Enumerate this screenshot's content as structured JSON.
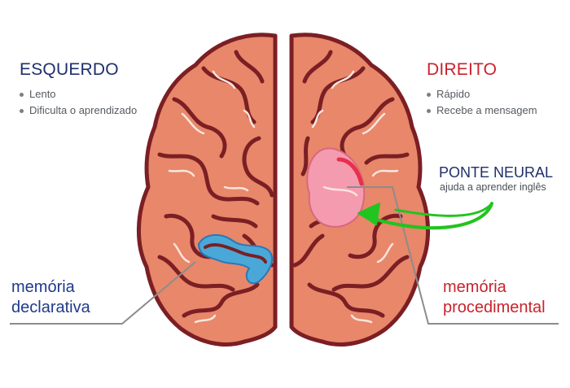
{
  "left": {
    "title": "ESQUERDO",
    "bullets": [
      "Lento",
      "Dificulta o aprendizado"
    ]
  },
  "right": {
    "title": "DIREITO",
    "bullets": [
      "Rápido",
      "Recebe a mensagem"
    ]
  },
  "bridge": {
    "title": "PONTE NEURAL",
    "subtitle": "ajuda a aprender inglês"
  },
  "declarative": {
    "line1": "memória",
    "line2": "declarativa"
  },
  "procedural": {
    "line1": "memória",
    "line2": "procedimental"
  },
  "colors": {
    "brain_fill": "#e8876a",
    "brain_outline": "#7b1f24",
    "sulci": "#f8e6dc",
    "declarative_area": "#4aa8d8",
    "procedural_area": "#f59bb0",
    "arrow": "#22c41f",
    "heading_blue": "#1f2f6b",
    "heading_red": "#c8232c",
    "leader_line": "#8c8c8c"
  }
}
